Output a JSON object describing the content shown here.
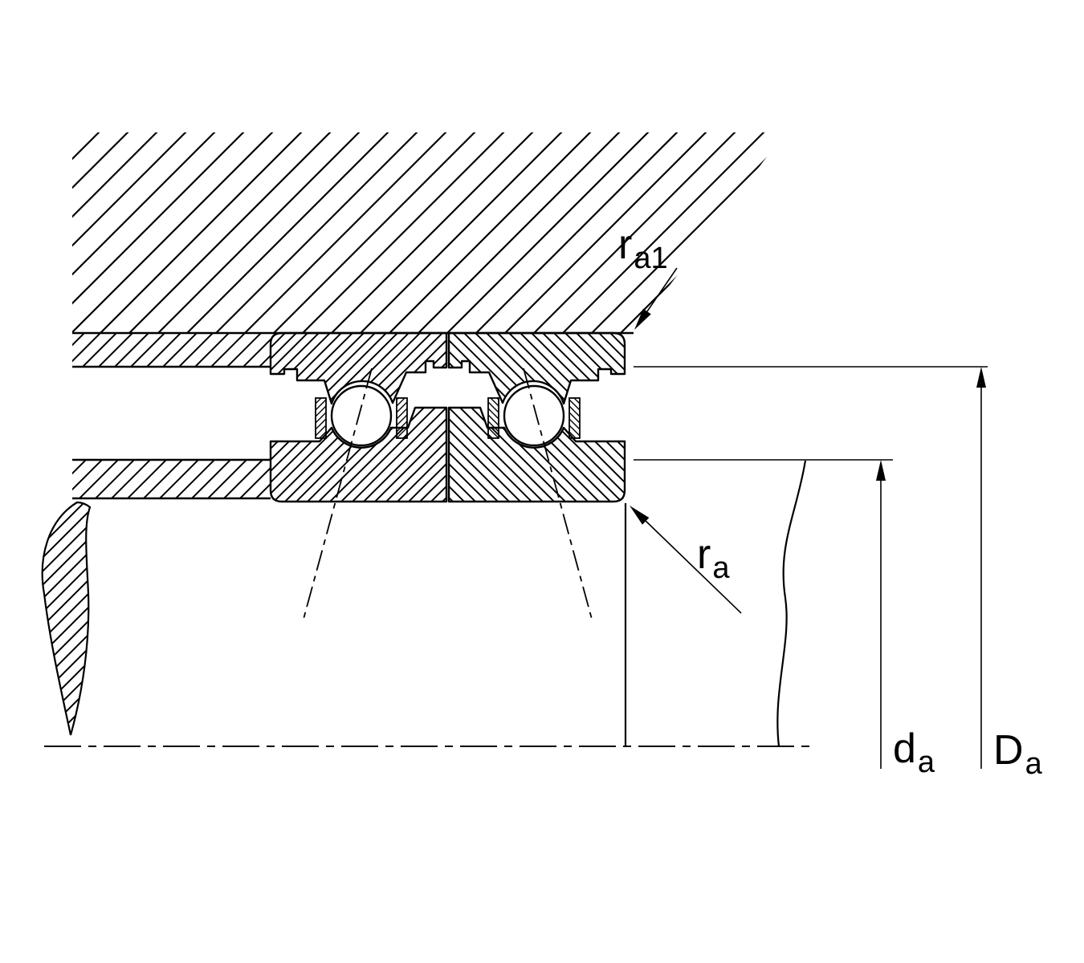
{
  "page": {
    "background": "#ffffff",
    "line_color": "#000000"
  },
  "diagram": {
    "type": "engineering-section-drawing",
    "description": "Cross-section of a paired angular-contact spindle bearing set mounted in a housing and on a shaft, with abutment and fillet dimension symbols",
    "dimension_symbols": [
      "r_a1",
      "r_a",
      "d_a",
      "D_a"
    ]
  },
  "labels": {
    "ra1": {
      "main": "r",
      "sub": "a1"
    },
    "ra": {
      "main": "r",
      "sub": "a"
    },
    "da": {
      "main": "d",
      "sub": "a"
    },
    "Da": {
      "main": "D",
      "sub": "a"
    }
  }
}
